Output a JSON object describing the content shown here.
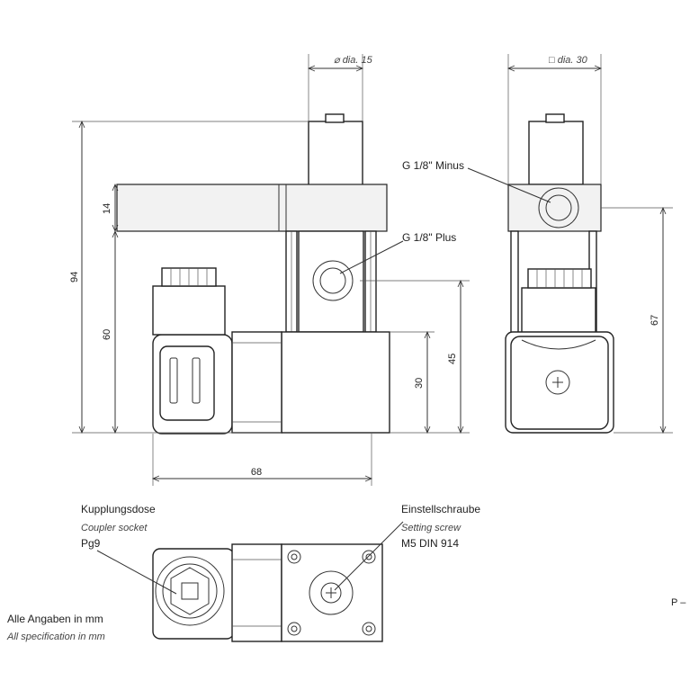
{
  "dimensions": {
    "dia15_symbol": "⌀",
    "dia15_text": "dia. 15",
    "dia30_symbol": "□",
    "dia30_text": "dia. 30",
    "d94": "94",
    "d14": "14",
    "d60": "60",
    "d45": "45",
    "d30": "30",
    "d68": "68",
    "d67": "67"
  },
  "labels": {
    "g18_plus": "G 1/8\" Plus",
    "g18_minus": "G 1/8\" Minus",
    "coupler_de": "Kupplungsdose",
    "coupler_en": "Coupler socket",
    "coupler_pg": "Pg9",
    "screw_de": "Einstellschraube",
    "screw_en": "Setting screw",
    "screw_spec": "M5 DIN 914",
    "all_de": "Alle Angaben in mm",
    "all_en": "All specification in mm",
    "page_mark": "P –"
  }
}
